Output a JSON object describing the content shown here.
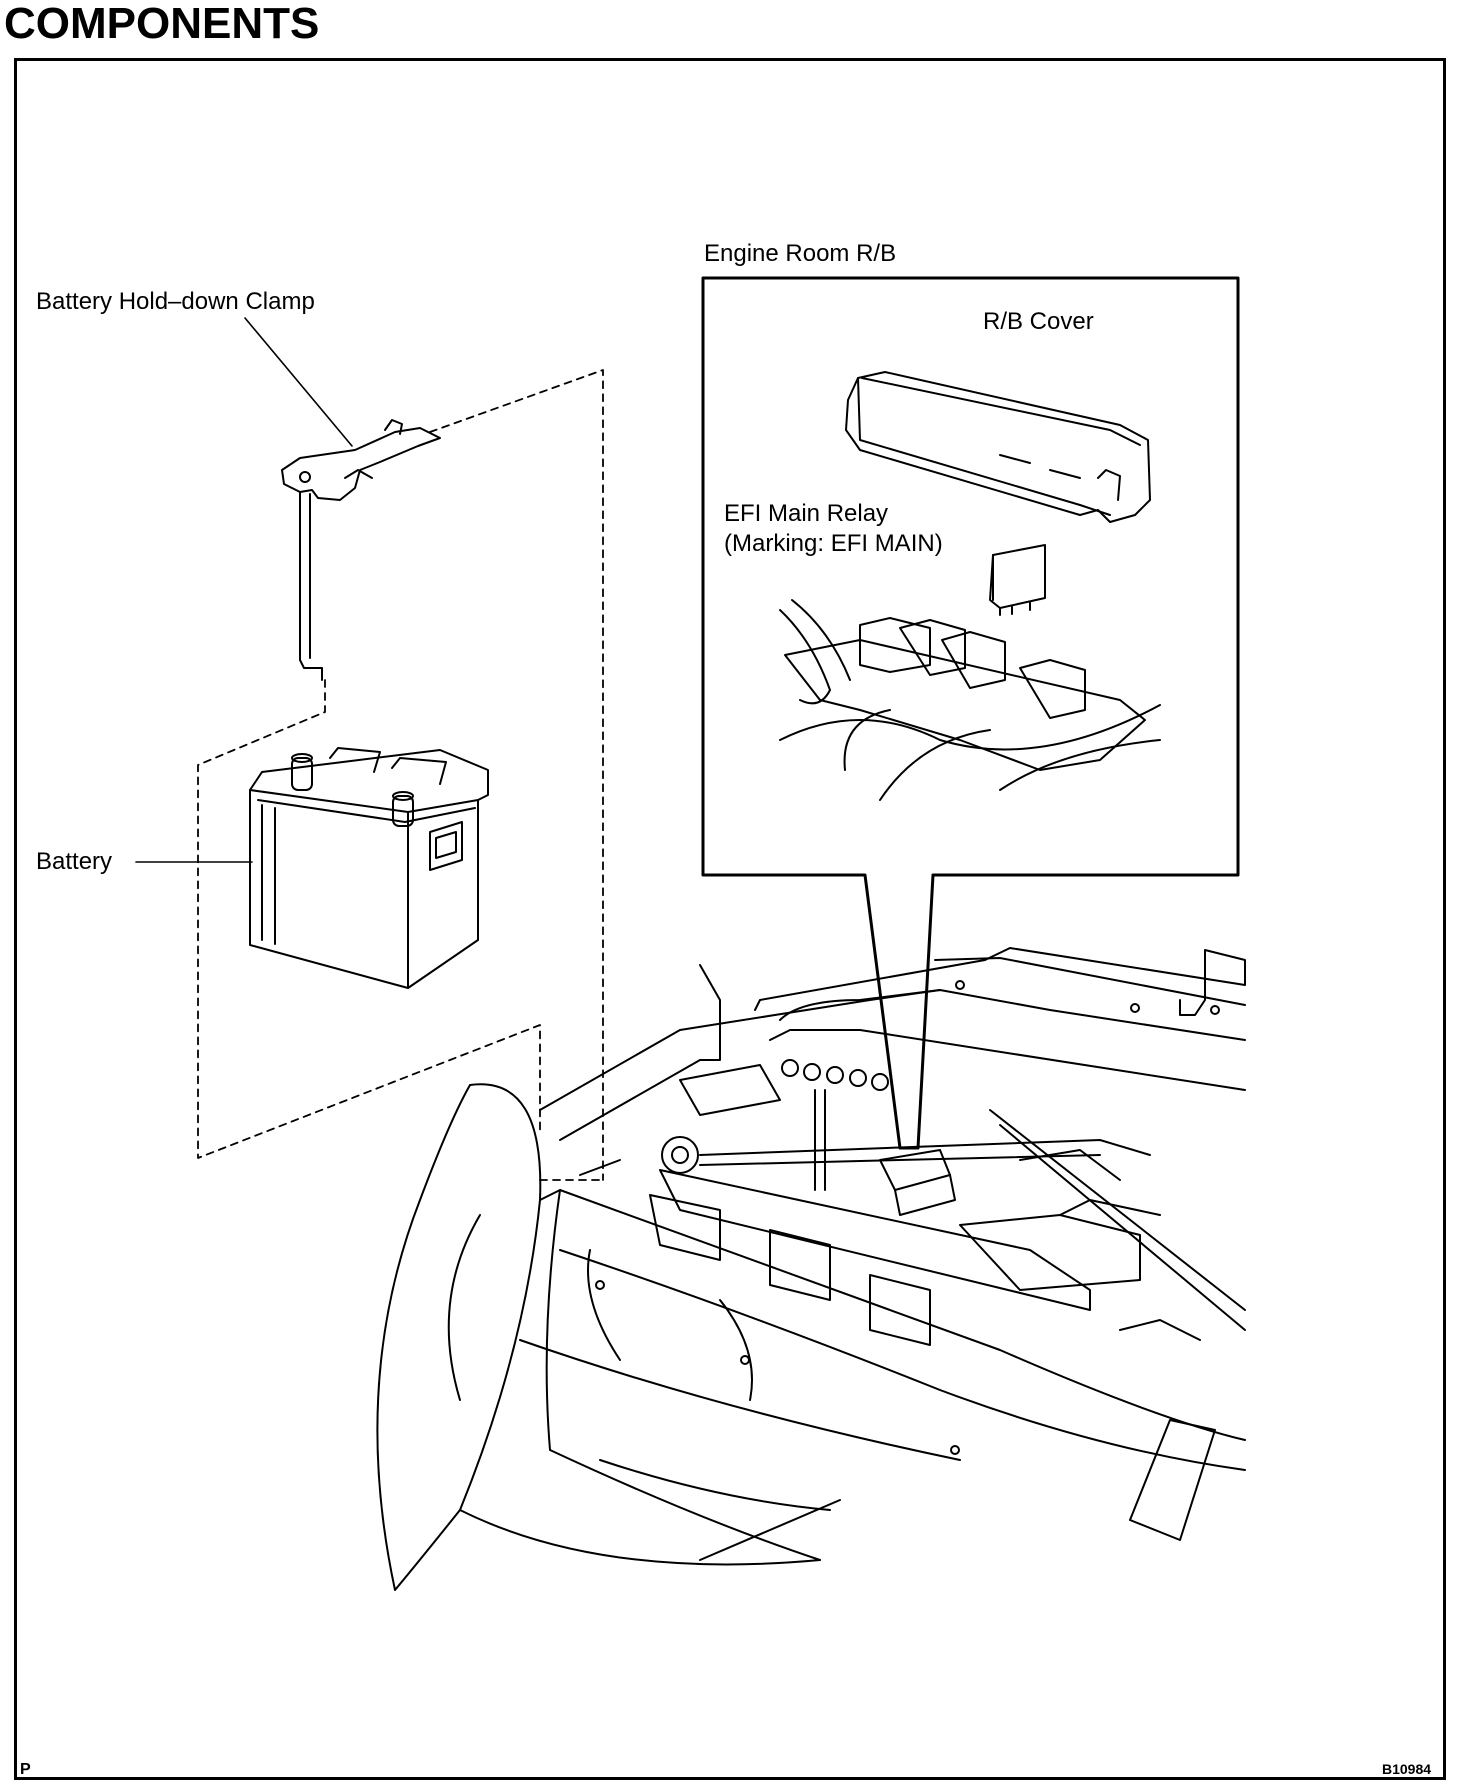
{
  "heading": "COMPONENTS",
  "labels": {
    "clamp": "Battery Hold–down Clamp",
    "battery": "Battery",
    "rb": "Engine Room R/B",
    "cover": "R/B Cover",
    "relay_line1": "EFI Main Relay",
    "relay_line2": "(Marking: EFI MAIN)"
  },
  "footer": {
    "left": "P",
    "right": "B10984"
  }
}
